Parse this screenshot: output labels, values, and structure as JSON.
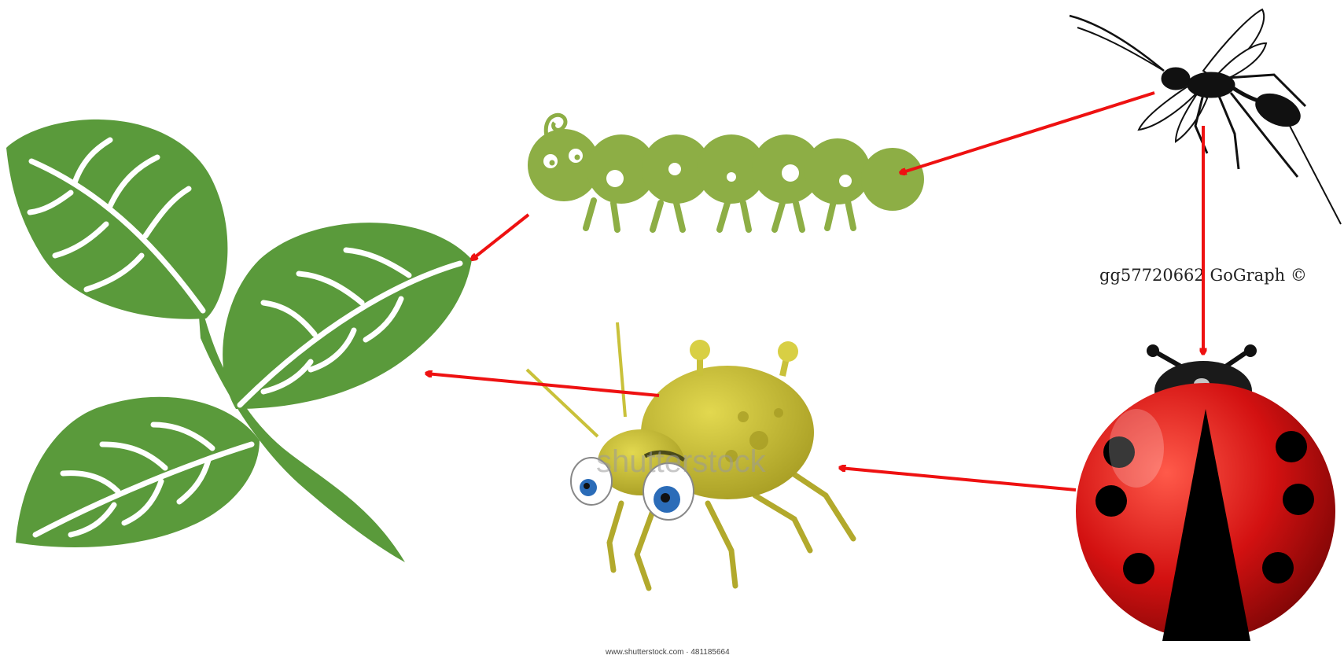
{
  "diagram": {
    "nodes": [
      {
        "id": "leaves",
        "label_icon": "leaf-icon",
        "color": "#5a9a3b"
      },
      {
        "id": "caterpillar",
        "label_icon": "caterpillar-icon",
        "color": "#8dae45"
      },
      {
        "id": "wasp",
        "label_icon": "wasp-icon",
        "color": "#111111"
      },
      {
        "id": "aphid",
        "label_icon": "aphid-icon",
        "color": "#c9c13a"
      },
      {
        "id": "ladybug",
        "label_icon": "ladybug-icon",
        "color": "#cc1111"
      }
    ],
    "edges": [
      {
        "from": "caterpillar",
        "to": "leaves"
      },
      {
        "from": "wasp",
        "to": "caterpillar"
      },
      {
        "from": "wasp",
        "to": "ladybug"
      },
      {
        "from": "aphid",
        "to": "leaves"
      },
      {
        "from": "ladybug",
        "to": "aphid"
      }
    ],
    "arrow_color": "#ee1111"
  },
  "credits": {
    "gograph": "gg57720662 GoGraph ©",
    "shutterstock_url": "www.shutterstock.com · 481185664",
    "shutterstock_watermark": "shutterstock"
  }
}
